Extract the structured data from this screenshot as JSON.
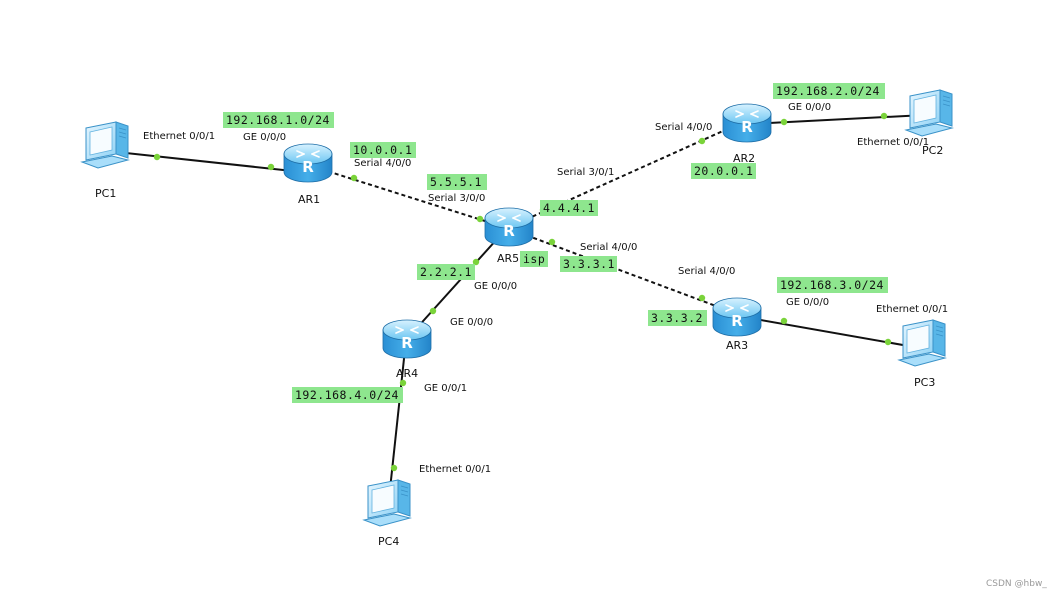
{
  "devices": {
    "pc1": {
      "label": "PC1"
    },
    "pc2": {
      "label": "PC2"
    },
    "pc3": {
      "label": "PC3"
    },
    "pc4": {
      "label": "PC4"
    },
    "ar1": {
      "label": "AR1"
    },
    "ar2": {
      "label": "AR2"
    },
    "ar3": {
      "label": "AR3"
    },
    "ar4": {
      "label": "AR4"
    },
    "ar5": {
      "label": "AR5"
    }
  },
  "interfaces": {
    "pc1_eth": "Ethernet 0/0/1",
    "ar1_ge": "GE 0/0/0",
    "ar1_serial": "Serial 4/0/0",
    "ar5_serial300": "Serial 3/0/0",
    "ar5_serial301": "Serial 3/0/1",
    "ar2_serial": "Serial 4/0/0",
    "ar2_ge": "GE 0/0/0",
    "pc2_eth": "Ethernet 0/0/1",
    "ar5_serial400": "Serial 4/0/0",
    "ar3_serial": "Serial 4/0/0",
    "ar3_ge": "GE 0/0/0",
    "pc3_eth": "Ethernet 0/0/1",
    "ar5_ge": "GE 0/0/0",
    "ar4_ge000": "GE 0/0/0",
    "ar4_ge001": "GE 0/0/1",
    "pc4_eth": "Ethernet 0/0/1"
  },
  "ip_labels": {
    "net1": "192.168.1.0/24",
    "ar1_serial_ip": "10.0.0.1",
    "ar5_ip_5": "5.5.5.1",
    "ar5_ip_4": "4.4.4.1",
    "ar2_ip": "20.0.0.1",
    "net2": "192.168.2.0/24",
    "ar5_isp": "isp",
    "ar5_ip_3": "3.3.3.1",
    "ar3_ip": "3.3.3.2",
    "net3": "192.168.3.0/24",
    "ar5_ip_2": "2.2.2.1",
    "net4": "192.168.4.0/24"
  },
  "watermark": "CSDN @hbw_",
  "colors": {
    "label_bg": "#8ee68e",
    "port_dot": "#7ad33a",
    "router_body": "#2e9ee0",
    "link": "#111111"
  }
}
